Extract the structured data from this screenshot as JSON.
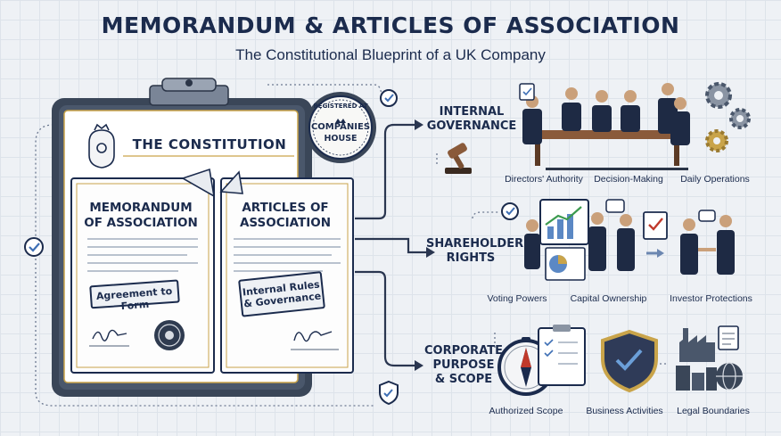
{
  "header": {
    "title": "MEMORANDUM & ARTICLES OF ASSOCIATION",
    "subtitle": "The Constitutional Blueprint of a UK Company"
  },
  "clipboard": {
    "title": "THE CONSTITUTION",
    "seal": {
      "line1": "REGISTERED AT",
      "line2": "COMPANIES",
      "line3": "HOUSE"
    }
  },
  "documents": {
    "memorandum": {
      "title_line1": "MEMORANDUM",
      "title_line2": "OF ASSOCIATION",
      "stamp": "Agreement to Form"
    },
    "articles": {
      "title_line1": "ARTICLES OF",
      "title_line2": "ASSOCIATION",
      "stamp_line1": "Internal Rules",
      "stamp_line2": "& Governance"
    }
  },
  "sections": [
    {
      "label_line1": "INTERNAL",
      "label_line2": "GOVERNANCE",
      "label_line3": "",
      "captions": [
        "Directors' Authority",
        "Decision-Making",
        "Daily Operations"
      ]
    },
    {
      "label_line1": "SHAREHOLDER",
      "label_line2": "RIGHTS",
      "label_line3": "",
      "captions": [
        "Voting Powers",
        "Capital Ownership",
        "Investor Protections"
      ]
    },
    {
      "label_line1": "CORPORATE",
      "label_line2": "PURPOSE",
      "label_line3": "& SCOPE",
      "captions": [
        "Authorized Scope",
        "Business Activities",
        "Legal Boundaries"
      ]
    }
  ],
  "colors": {
    "navy": "#1b2b4d",
    "gold": "#c9a44a",
    "paper": "#ffffff",
    "board": "#3a4658"
  }
}
